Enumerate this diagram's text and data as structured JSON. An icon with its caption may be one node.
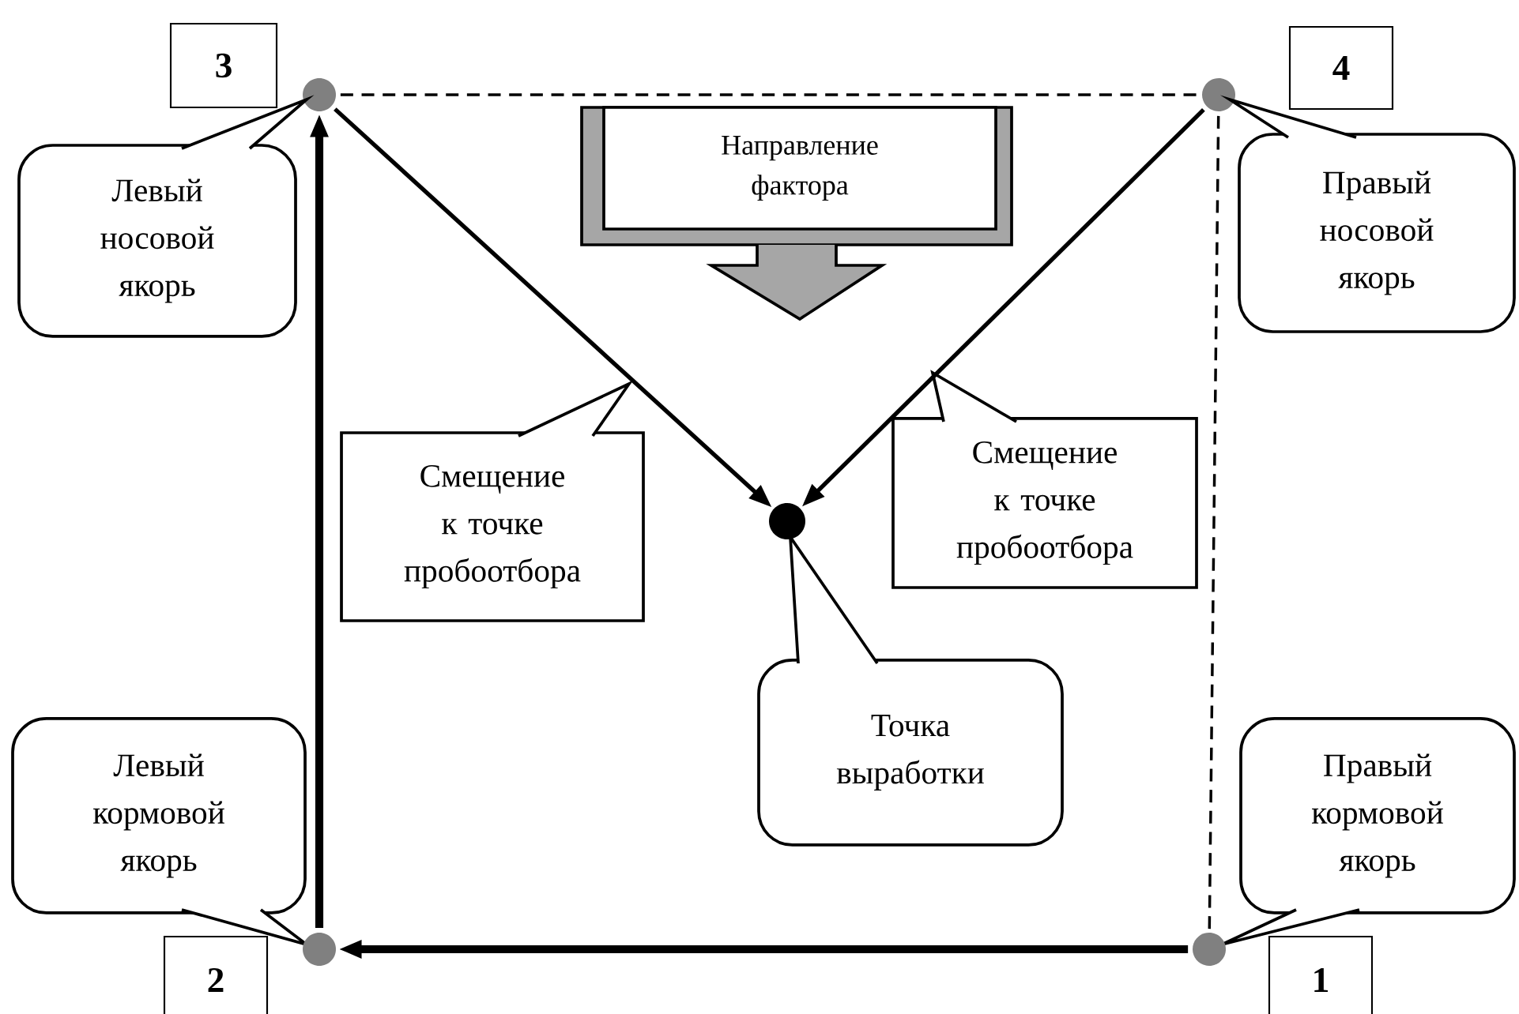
{
  "diagram": {
    "nodes": [
      {
        "text": [
          "3"
        ]
      },
      {
        "text": [],
        "shape": "circle"
      },
      {
        "text": [],
        "shape": "circle"
      },
      {
        "text": [
          "4"
        ]
      },
      {
        "text": [
          "Левый носовой якорь"
        ]
      },
      {
        "text": [
          "Направление фактора"
        ]
      },
      {
        "text": [
          "Правый носовой якорь"
        ]
      },
      {
        "text": [
          "Смещение к точке пробоотбора"
        ]
      },
      {
        "text": [],
        "shape": "circle"
      },
      {
        "text": [
          "Смещение к точке пробоотбора"
        ]
      },
      {
        "text": [
          "Точка выработки"
        ]
      },
      {
        "text": [
          "Левый кормовой якорь"
        ]
      },
      {
        "text": [
          "Правый кормовой якорь"
        ]
      },
      {
        "text": [],
        "shape": "circle"
      },
      {
        "text": [],
        "shape": "circle"
      },
      {
        "text": [
          "2"
        ]
      },
      {
        "text": [
          "1"
        ]
      }
    ],
    "edges": [
      {
        "from": 1,
        "to": 2,
        "arrow": "none",
        "style": "dashed"
      },
      {
        "from": 2,
        "to": 14,
        "arrow": "none",
        "style": "dashed"
      },
      {
        "from": 14,
        "to": 13,
        "arrow": "to",
        "style": "thick"
      },
      {
        "from": 13,
        "to": 1,
        "arrow": "to",
        "style": "thick"
      },
      {
        "from": 1,
        "to": 8,
        "arrow": "to"
      },
      {
        "from": 2,
        "to": 8,
        "arrow": "to"
      }
    ]
  }
}
